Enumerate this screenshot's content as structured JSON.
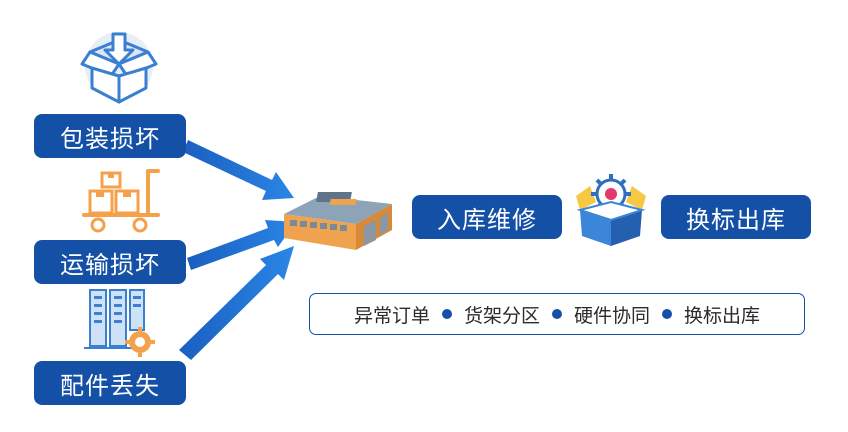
{
  "sources": [
    {
      "label": "包装损坏",
      "icon": "box-download-icon"
    },
    {
      "label": "运输损坏",
      "icon": "cart-boxes-icon"
    },
    {
      "label": "配件丢失",
      "icon": "server-gear-icon"
    }
  ],
  "warehouse_icon": "warehouse-icon",
  "flow": {
    "step1": "入库维修",
    "step_icon": "box-gear-icon",
    "step2": "换标出库"
  },
  "footer": {
    "items": [
      "异常订单",
      "货架分区",
      "硬件协同",
      "换标出库"
    ]
  },
  "colors": {
    "primary": "#1451a6",
    "arrow": "#1f6fd1",
    "accent_orange": "#f5a04a",
    "icon_blue": "#3a7fd0"
  }
}
